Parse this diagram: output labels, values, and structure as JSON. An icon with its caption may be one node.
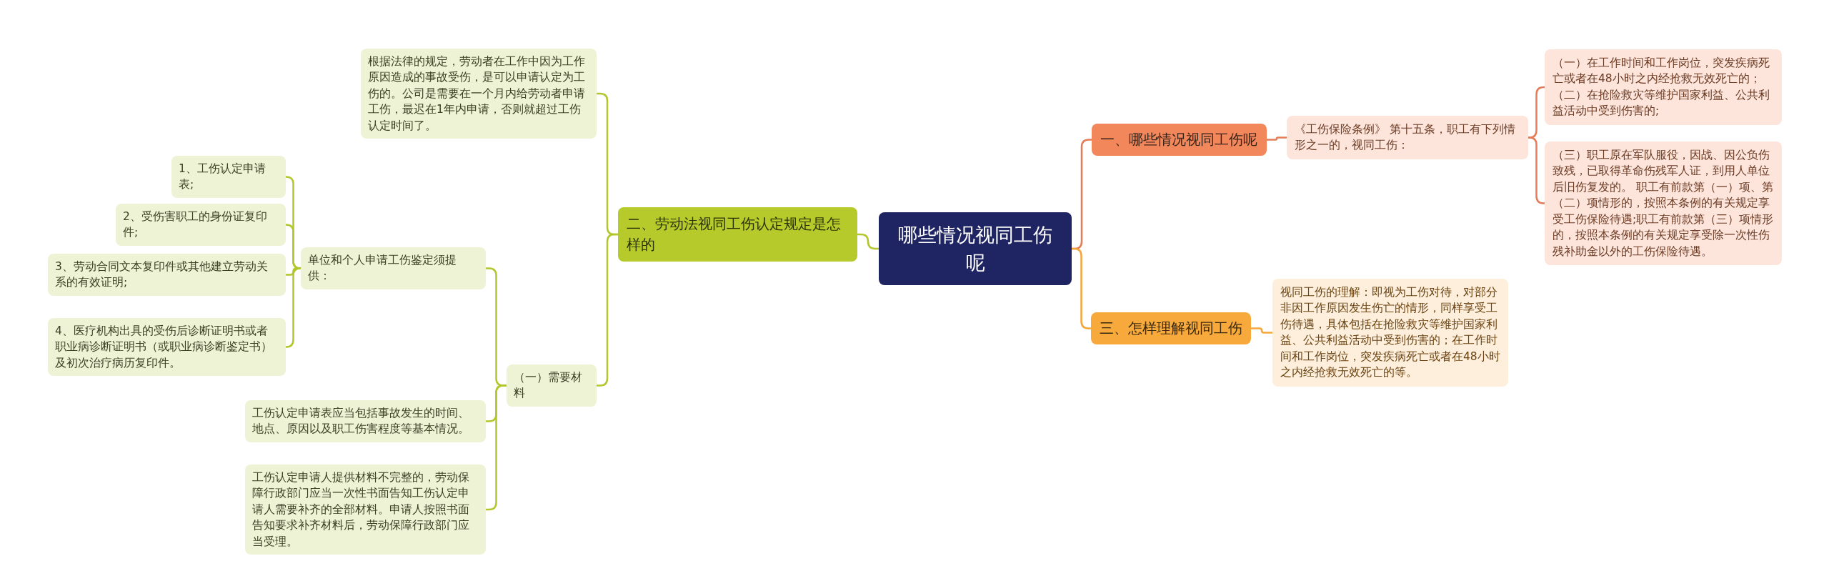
{
  "diagram": {
    "nodes": [
      {
        "text": [
          "哪些情况视同工伤呢"
        ]
      },
      {
        "text": [
          "一、哪些情况视同工伤呢"
        ]
      },
      {
        "text": [
          "《工伤保险条例》 第十五条，职工有下列情形之一的，视同工伤："
        ]
      },
      {
        "text": [
          "（一）在工作时间和工作岗位，突发疾病死亡或者在48小时之内经抢救无效死亡的；（二）在抢险救灾等维护国家利益、公共利益活动中受到伤害的;"
        ]
      },
      {
        "text": [
          "（三）职工原在军队服役，因战、因公负伤致残，已取得革命伤残军人证，到用人单位后旧伤复发的。 职工有前款第（一）项、第（二）项情形的，按照本条例的有关规定享受工伤保险待遇;职工有前款第（三）项情形的，按照本条例的有关规定享受除一次性伤残补助金以外的工伤保险待遇。"
        ]
      },
      {
        "text": [
          "三、怎样理解视同工伤"
        ]
      },
      {
        "text": [
          "视同工伤的理解：即视为工伤对待，对部分非因工作原因发生伤亡的情形，同样享受工伤待遇，具体包括在抢险救灾等维护国家利益、公共利益活动中受到伤害的；在工作时间和工作岗位，突发疾病死亡或者在48小时之内经抢救无效死亡的等。"
        ]
      },
      {
        "text": [
          "二、劳动法视同工伤认定规定是怎样的"
        ]
      },
      {
        "text": [
          "根据法律的规定，劳动者在工作中因为工作原因造成的事故受伤，是可以申请认定为工伤的。公司是需要在一个月内给劳动者申请工伤，最迟在1年内申请，否则就超过工伤认定时间了。"
        ]
      },
      {
        "text": [
          "（一）需要材料"
        ]
      },
      {
        "text": [
          "单位和个人申请工伤鉴定须提供："
        ]
      },
      {
        "text": [
          "1、工伤认定申请表;"
        ]
      },
      {
        "text": [
          "2、受伤害职工的身份证复印件;"
        ]
      },
      {
        "text": [
          "3、劳动合同文本复印件或其他建立劳动关系的有效证明;"
        ]
      },
      {
        "text": [
          "4、医疗机构出具的受伤后诊断证明书或者职业病诊断证明书（或职业病诊断鉴定书）及初次治疗病历复印件。"
        ]
      },
      {
        "text": [
          "工伤认定申请表应当包括事故发生的时间、地点、原因以及职工伤害程度等基本情况。"
        ]
      },
      {
        "text": [
          "工伤认定申请人提供材料不完整的，劳动保障行政部门应当一次性书面告知工伤认定申请人需要补齐的全部材料。申请人按照书面告知要求补齐材料后，劳动保障行政部门应当受理。"
        ]
      }
    ],
    "edges": [
      {
        "from": 0,
        "to": 1,
        "arrow": "none",
        "color": "#e47c57"
      },
      {
        "from": 1,
        "to": 2,
        "arrow": "none",
        "color": "#e47c57"
      },
      {
        "from": 2,
        "to": 3,
        "arrow": "none",
        "color": "#e47c57"
      },
      {
        "from": 2,
        "to": 4,
        "arrow": "none",
        "color": "#e47c57"
      },
      {
        "from": 0,
        "to": 5,
        "arrow": "none",
        "color": "#f5a63a"
      },
      {
        "from": 5,
        "to": 6,
        "arrow": "none",
        "color": "#f5a63a"
      },
      {
        "from": 0,
        "to": 7,
        "arrow": "none"
      },
      {
        "from": 7,
        "to": 8,
        "arrow": "none"
      },
      {
        "from": 7,
        "to": 9,
        "arrow": "none"
      },
      {
        "from": 9,
        "to": 10,
        "arrow": "none"
      },
      {
        "from": 10,
        "to": 11,
        "arrow": "none"
      },
      {
        "from": 10,
        "to": 12,
        "arrow": "none"
      },
      {
        "from": 10,
        "to": 13,
        "arrow": "none"
      },
      {
        "from": 10,
        "to": 14,
        "arrow": "none"
      },
      {
        "from": 9,
        "to": 15,
        "arrow": "none"
      },
      {
        "from": 9,
        "to": 16,
        "arrow": "none"
      }
    ]
  }
}
